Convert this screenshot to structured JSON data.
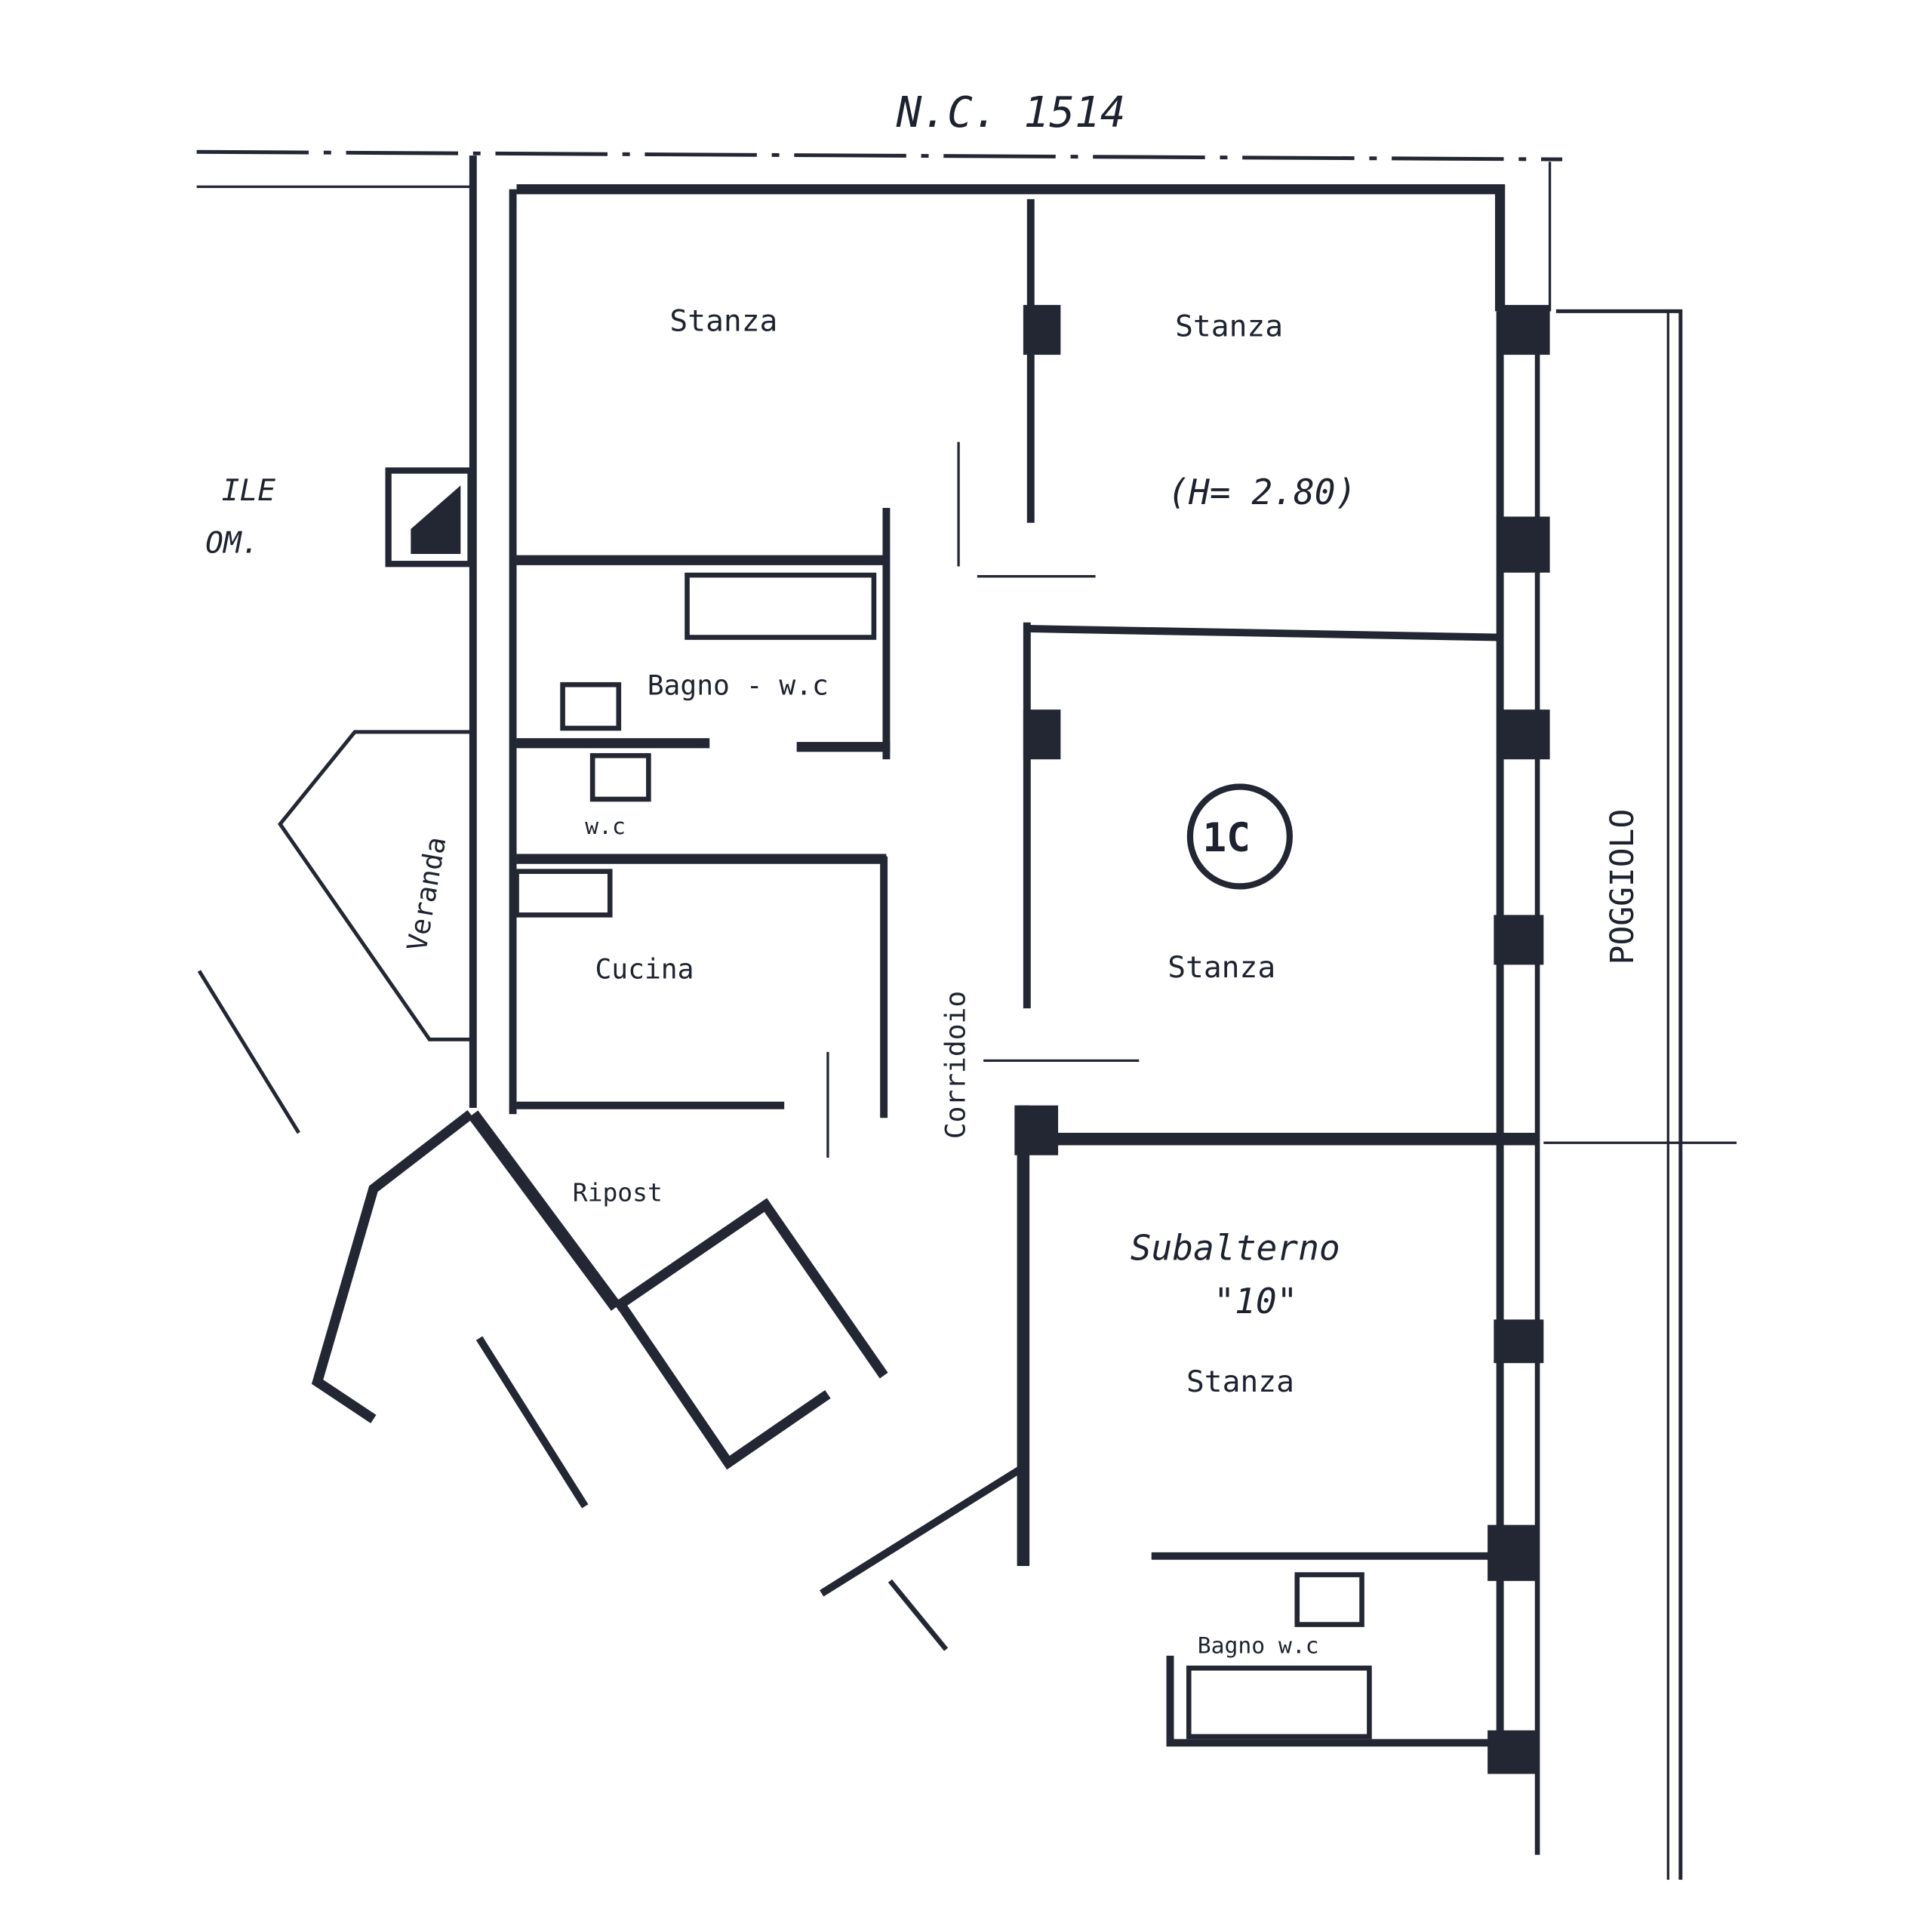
{
  "header": {
    "reference": "N.C. 1514"
  },
  "rooms": {
    "stanza_top_left": "Stanza",
    "stanza_top_right": "Stanza",
    "height_note": "(H= 2.80)",
    "bagno_wc": "Bagno - w.c",
    "wc": "w.c",
    "cucina": "Cucina",
    "corridoio": "Corridoio",
    "stanza_middle": "Stanza",
    "unit_badge": "1C",
    "poggiolo": "POGGIOLO",
    "veranda": "Veranda",
    "ripost": "Ripost",
    "subalterno_label": "Subalterno",
    "subalterno_number": "\"10\"",
    "stanza_bottom": "Stanza",
    "bagno_wc_bottom": "Bagno w.c"
  },
  "left_fragment": {
    "line1": "ILE",
    "line2": "OM."
  },
  "colors": {
    "ink": "#232633",
    "paper": "#ffffff"
  }
}
